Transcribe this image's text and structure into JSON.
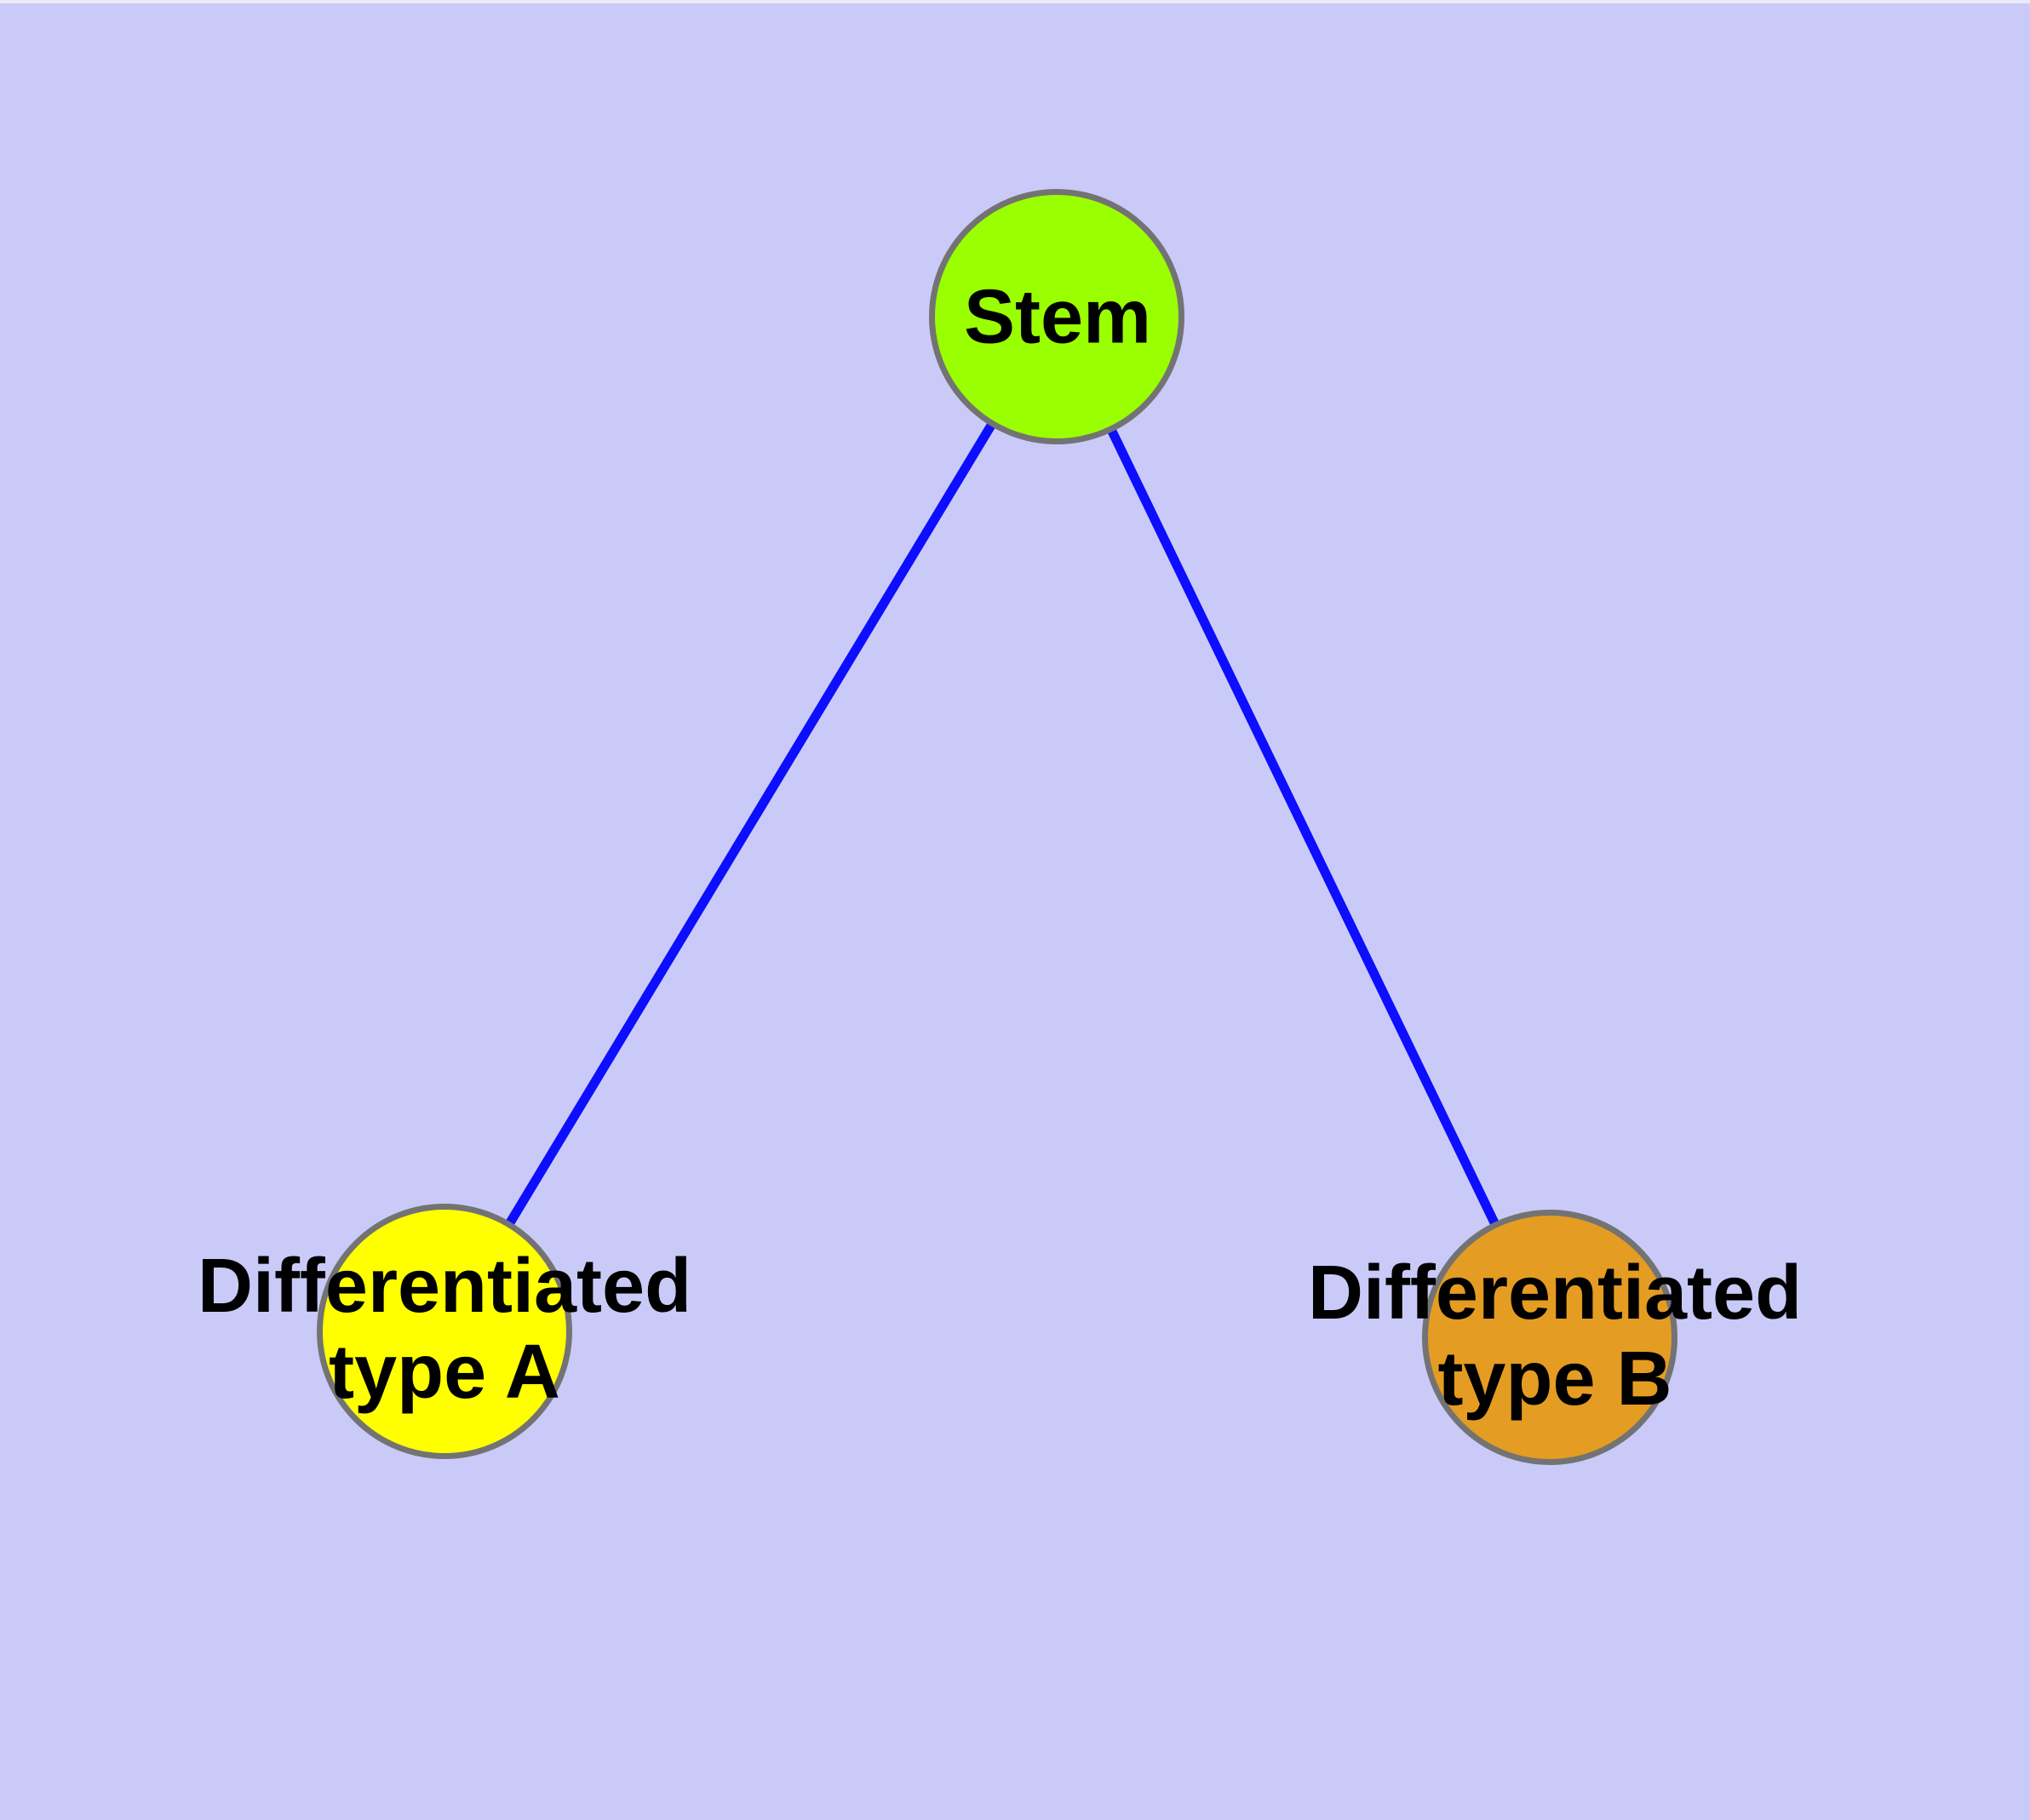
{
  "diagram": {
    "title": "stem-cell-differentiation-graph",
    "background_color": "#CACAF8",
    "edge_color": "#0D0DFF",
    "node_border_color": "#737373",
    "label_color": "#000000",
    "nodes": [
      {
        "id": "stem",
        "label": "Stem",
        "fill": "#9AFF00"
      },
      {
        "id": "type-a",
        "label": "Differentiated\ntype A",
        "fill": "#FFFF00"
      },
      {
        "id": "type-b",
        "label": "Differentiated\ntype B",
        "fill": "#E49C22"
      }
    ],
    "edges": [
      {
        "from": "stem",
        "to": "type-a"
      },
      {
        "from": "stem",
        "to": "type-b"
      }
    ]
  }
}
